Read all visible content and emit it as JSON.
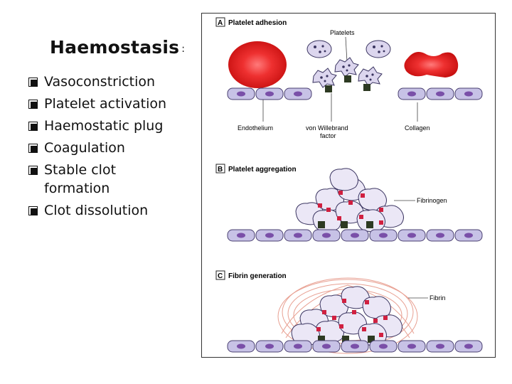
{
  "slide": {
    "title": "Haemostasis",
    "title_suffix": ":",
    "bullets": [
      "Vasoconstriction",
      "Platelet activation",
      "Haemostatic plug",
      "Coagulation",
      "Stable clot formation",
      "Clot dissolution"
    ]
  },
  "figure": {
    "panels": [
      {
        "letter": "A",
        "title": "Platelet adhesion"
      },
      {
        "letter": "B",
        "title": "Platelet aggregation"
      },
      {
        "letter": "C",
        "title": "Fibrin generation"
      }
    ],
    "labels": {
      "platelets": "Platelets",
      "endothelium": "Endothelium",
      "vwf_line1": "von Willebrand",
      "vwf_line2": "factor",
      "collagen": "Collagen",
      "fibrinogen": "Fibrinogen",
      "fibrin": "Fibrin"
    },
    "colors": {
      "rbc": "#e02020",
      "platelet": "#dcd6ee",
      "cell": "#c7c2e6",
      "nucleus": "#7a4fa8",
      "vwf": "#2d3a22",
      "fibrin": "#e8a092",
      "link": "#d02040"
    }
  }
}
